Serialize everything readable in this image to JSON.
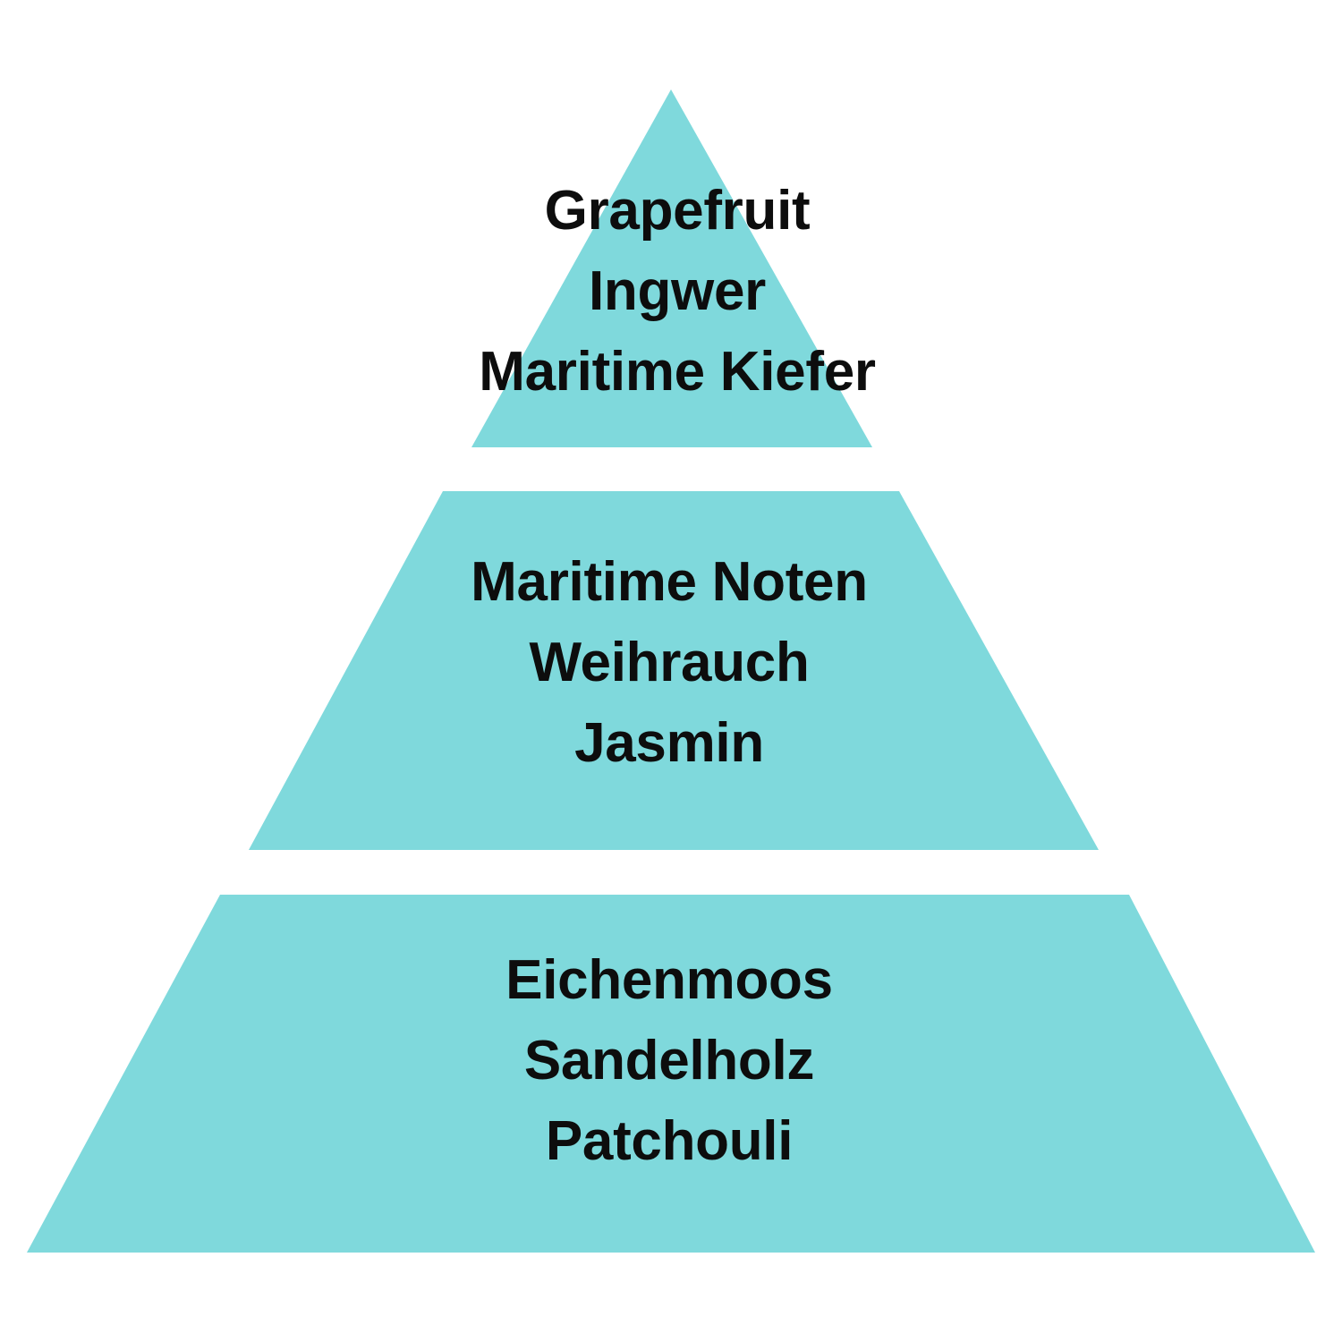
{
  "diagram": {
    "type": "fragrance-pyramid",
    "background_color": "#ffffff",
    "tier_fill_color": "#7FD9DC",
    "text_color": "#0D0D0D",
    "tiers": [
      {
        "id": "top-notes",
        "shape": "triangle",
        "notes": [
          "Grapefruit",
          "Ingwer",
          "Maritime Kiefer"
        ]
      },
      {
        "id": "heart-notes",
        "shape": "trapezoid",
        "notes": [
          "Maritime Noten",
          "Weihrauch",
          "Jasmin"
        ]
      },
      {
        "id": "base-notes",
        "shape": "trapezoid",
        "notes": [
          "Eichenmoos",
          "Sandelholz",
          "Patchouli"
        ]
      }
    ]
  }
}
